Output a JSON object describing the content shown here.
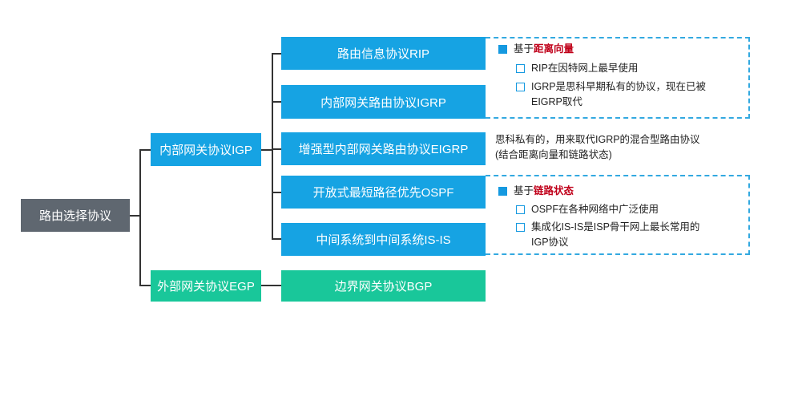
{
  "root": {
    "label": "路由选择协议"
  },
  "igp": {
    "label": "内部网关协议IGP"
  },
  "egp": {
    "label": "外部网关协议EGP"
  },
  "protocols": {
    "rip": "路由信息协议RIP",
    "igrp": "内部网关路由协议IGRP",
    "eigrp": "增强型内部网关路由协议EIGRP",
    "ospf": "开放式最短路径优先OSPF",
    "isis": "中间系统到中间系统IS-IS",
    "bgp": "边界网关协议BGP"
  },
  "notes": {
    "distance_vector": {
      "prefix": "基于",
      "highlight": "距离向量",
      "items": [
        "RIP在因特网上最早使用",
        "IGRP是思科早期私有的协议，现在已被",
        "EIGRP取代"
      ]
    },
    "eigrp": {
      "line1": "思科私有的，用来取代IGRP的混合型路由协议",
      "line2": "(结合距离向量和链路状态)"
    },
    "link_state": {
      "prefix": "基于",
      "highlight": "链路状态",
      "items": [
        "OSPF在各种网络中广泛使用",
        "集成化IS-IS是ISP骨干网上最长常用的",
        "IGP协议"
      ]
    }
  },
  "colors": {
    "root": "#5f6770",
    "blue": "#16a3e3",
    "green": "#19c79a",
    "dashed_border": "#33a9e0",
    "highlight_red": "#c0001a"
  }
}
